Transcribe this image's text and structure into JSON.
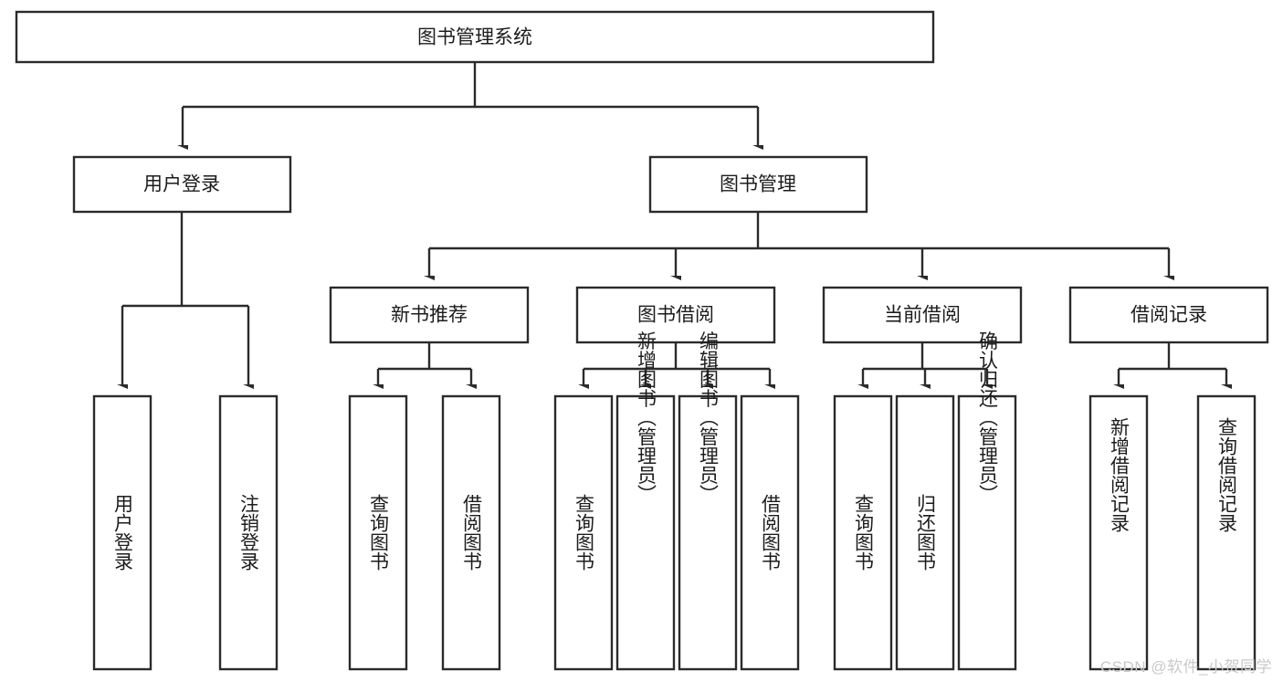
{
  "diagram": {
    "type": "tree",
    "title": "图书管理系统",
    "watermark": "CSDN @软件_小贺同学",
    "colors": {
      "box_stroke": "#2b2b2b",
      "box_fill": "#ffffff",
      "connector": "#2b2b2b",
      "text": "#1c1c1c",
      "watermark": "#c9c9c9",
      "background": "#ffffff"
    },
    "nodes": {
      "root": {
        "label": "图书管理系统"
      },
      "level2": [
        {
          "id": "user-login",
          "label": "用户登录"
        },
        {
          "id": "book-manage",
          "label": "图书管理"
        }
      ],
      "level3": [
        {
          "id": "new-book-recommend",
          "label": "新书推荐"
        },
        {
          "id": "book-borrow",
          "label": "图书借阅"
        },
        {
          "id": "current-borrow",
          "label": "当前借阅"
        },
        {
          "id": "borrow-record",
          "label": "借阅记录"
        }
      ],
      "leaves": {
        "user-login": [
          {
            "id": "leaf-user-login",
            "label": "用户登录"
          },
          {
            "id": "leaf-logout-login",
            "label": "注销登录"
          }
        ],
        "new-book-recommend": [
          {
            "id": "leaf-query-book-1",
            "label": "查询图书"
          },
          {
            "id": "leaf-borrow-book-1",
            "label": "借阅图书"
          }
        ],
        "book-borrow": [
          {
            "id": "leaf-query-book-2",
            "label": "查询图书"
          },
          {
            "id": "leaf-add-book",
            "label": "新增图书（管理员）"
          },
          {
            "id": "leaf-edit-book",
            "label": "编辑图书（管理员）"
          },
          {
            "id": "leaf-borrow-book-2",
            "label": "借阅图书"
          }
        ],
        "current-borrow": [
          {
            "id": "leaf-query-book-3",
            "label": "查询图书"
          },
          {
            "id": "leaf-return-book",
            "label": "归还图书"
          },
          {
            "id": "leaf-confirm-return",
            "label": "确认归还（管理员）"
          }
        ],
        "borrow-record": [
          {
            "id": "leaf-add-record",
            "label": "新增借阅记录"
          },
          {
            "id": "leaf-query-record",
            "label": "查询借阅记录"
          }
        ]
      }
    }
  }
}
